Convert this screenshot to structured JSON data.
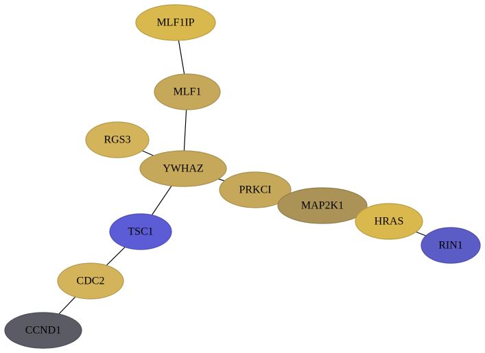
{
  "graph": {
    "nodes": [
      {
        "id": "MLF1IP",
        "label": "MLF1IP",
        "color": "#d9b84e"
      },
      {
        "id": "MLF1",
        "label": "MLF1",
        "color": "#c6a85a"
      },
      {
        "id": "RGS3",
        "label": "RGS3",
        "color": "#d3b45a"
      },
      {
        "id": "YWHAZ",
        "label": "YWHAZ",
        "color": "#c6a85a"
      },
      {
        "id": "PRKCI",
        "label": "PRKCI",
        "color": "#c6a85a"
      },
      {
        "id": "MAP2K1",
        "label": "MAP2K1",
        "color": "#ab9358"
      },
      {
        "id": "HRAS",
        "label": "HRAS",
        "color": "#d9b84e"
      },
      {
        "id": "RIN1",
        "label": "RIN1",
        "color": "#5c5cc6"
      },
      {
        "id": "TSC1",
        "label": "TSC1",
        "color": "#5c5cd6"
      },
      {
        "id": "CDC2",
        "label": "CDC2",
        "color": "#d3b45a"
      },
      {
        "id": "CCND1",
        "label": "CCND1",
        "color": "#5b5b66"
      }
    ],
    "edges": [
      {
        "source": "MLF1IP",
        "target": "MLF1"
      },
      {
        "source": "MLF1",
        "target": "YWHAZ"
      },
      {
        "source": "RGS3",
        "target": "YWHAZ"
      },
      {
        "source": "YWHAZ",
        "target": "PRKCI"
      },
      {
        "source": "YWHAZ",
        "target": "TSC1"
      },
      {
        "source": "PRKCI",
        "target": "MAP2K1"
      },
      {
        "source": "MAP2K1",
        "target": "HRAS"
      },
      {
        "source": "HRAS",
        "target": "RIN1"
      },
      {
        "source": "TSC1",
        "target": "CDC2"
      },
      {
        "source": "CDC2",
        "target": "CCND1"
      }
    ]
  }
}
